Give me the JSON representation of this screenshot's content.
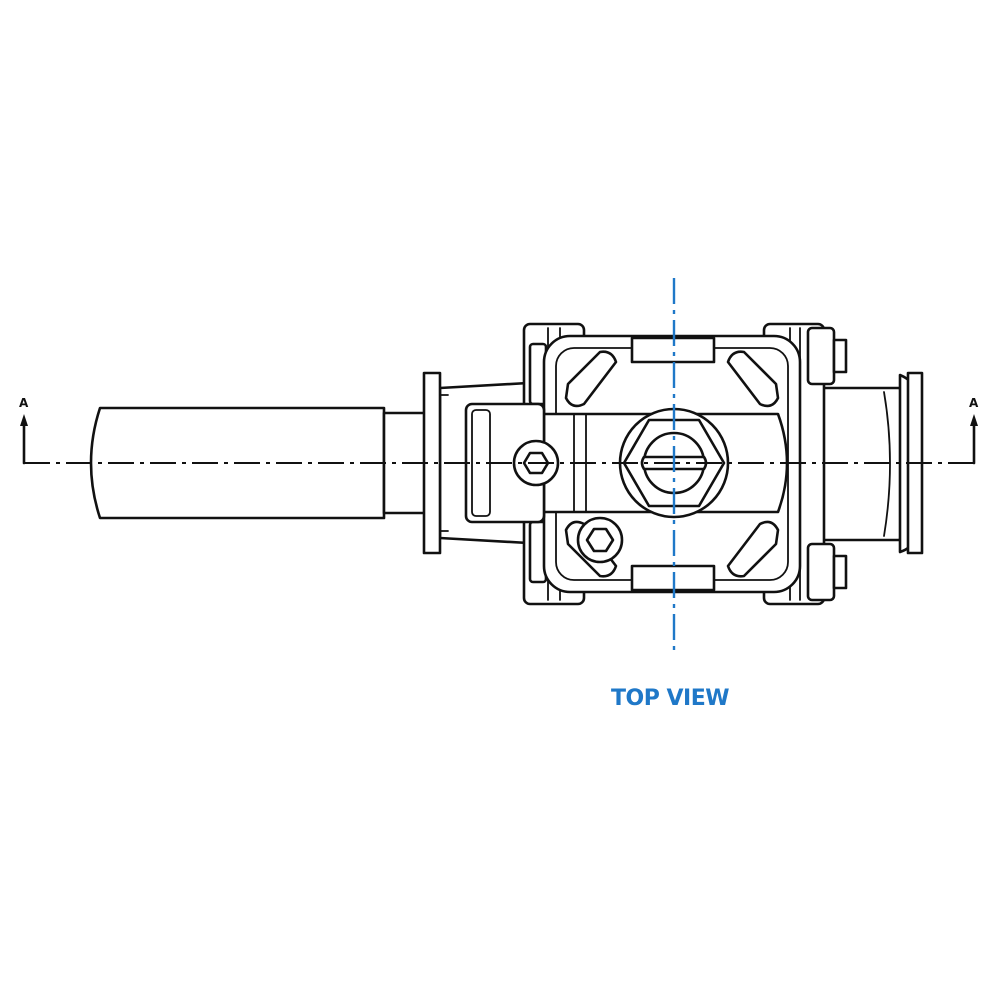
{
  "view": {
    "title": "TOP VIEW",
    "accent_color": "#1f78c8",
    "line_color": "#111111"
  },
  "section_marker": {
    "left_label": "A",
    "right_label": "A"
  }
}
